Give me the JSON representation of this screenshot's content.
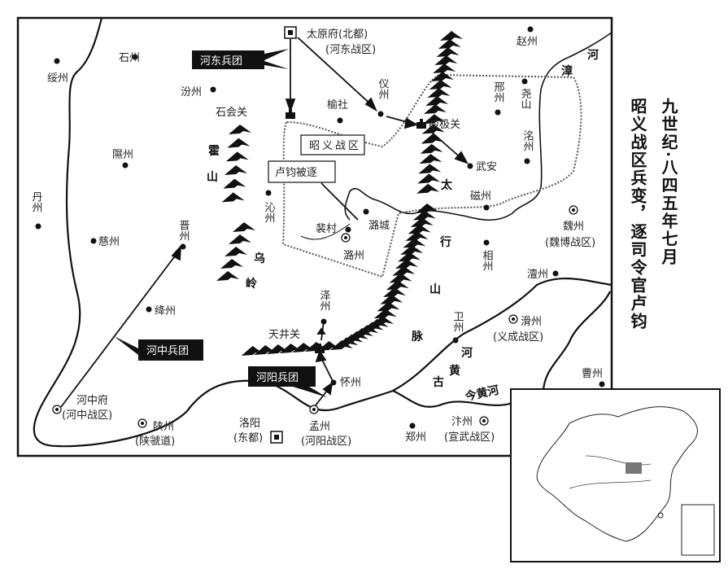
{
  "title": {
    "line1": "九世纪·八四五年七月",
    "line2": "昭义战区兵变，逐司令官卢钧"
  },
  "labels": {
    "hedong_army": "河东兵团",
    "hezhong_army": "河中兵团",
    "heyang_army": "河阳兵团",
    "zhaoyi_zone": "昭义战区",
    "lujun_expelled": "卢钧被逐"
  },
  "places": {
    "taiyuan": "太原府(北都)",
    "taiyuan_sub": "(河东战区)",
    "shizhou": "石州",
    "suizhou": "绥州",
    "fenzhou": "汾州",
    "shihuiguan": "石会关",
    "yushe": "榆社",
    "yizhou": "仪州",
    "junjiguan": "峻极关",
    "xingzhou": "邢州",
    "yaoshan": "尧山",
    "mingzhou": "洺州",
    "zhaozhou": "赵州",
    "xizhou": "隰州",
    "wuan": "武安",
    "cizhou": "磁州",
    "qinzhou": "沁州",
    "danzhou": "丹州",
    "lucheng": "潞城",
    "peicun": "裴村",
    "luzhou": "潞州",
    "weizhou": "魏州",
    "weizhou_sub": "(魏博战区)",
    "cizhou2": "慈州",
    "jinzhou": "晋州",
    "xiangzhou": "相州",
    "chanzhou": "澶州",
    "jiangzhou": "绛州",
    "zezhou": "泽州",
    "tianjingguan": "天井关",
    "weizhou2": "卫州",
    "huazhou": "滑州",
    "huazhou_sub": "(义成战区)",
    "caozhou": "曹州",
    "huaizhou": "怀州",
    "hezhongfu": "河中府",
    "hezhongfu_sub": "(河中战区)",
    "shanzhou": "陕州",
    "shanzhou_sub": "(陕虢道)",
    "luoyang": "洛阳",
    "luoyang_sub": "(东都)",
    "mengzhou": "孟州",
    "mengzhou_sub": "(河阳战区)",
    "zhengzhou": "郑州",
    "bianzhou": "汴州",
    "bianzhou_sub": "(宣武战区)"
  },
  "features": {
    "huo1": "霍",
    "huo2": "山",
    "wu": "乌",
    "ling": "岭",
    "tai": "太",
    "hang": "行",
    "shan": "山",
    "mai": "脉",
    "zhang": "漳",
    "zhang_he": "河",
    "gu_he": "河",
    "gu_huang": "黄",
    "gu": "古",
    "jin_huanghe": "今黄河"
  }
}
